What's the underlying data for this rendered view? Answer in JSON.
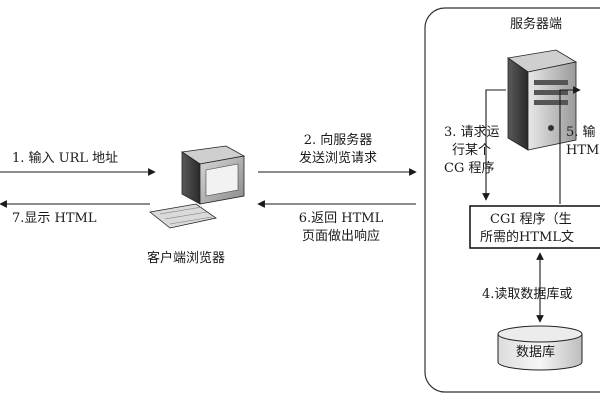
{
  "server": {
    "title": "服务器端"
  },
  "client": {
    "title": "客户端浏览器"
  },
  "steps": {
    "step1": "1. 输入 URL 地址",
    "step2_line1": "2. 向服务器",
    "step2_line2": "发送浏览请求",
    "step3_line1": "3. 请求运",
    "step3_line2": "行某个",
    "step3_line3": "CG 程序",
    "step4": "4.读取数据库或",
    "step5_line1": "5. 输",
    "step5_line2": "HTM",
    "step6_line1": "6.返回 HTML",
    "step6_line2": "页面做出响应",
    "step7": "7.显示 HTML"
  },
  "cgi_box": {
    "line1": "CGI 程序（生",
    "line2": "所需的HTML文"
  },
  "database": {
    "label": "数据库"
  }
}
